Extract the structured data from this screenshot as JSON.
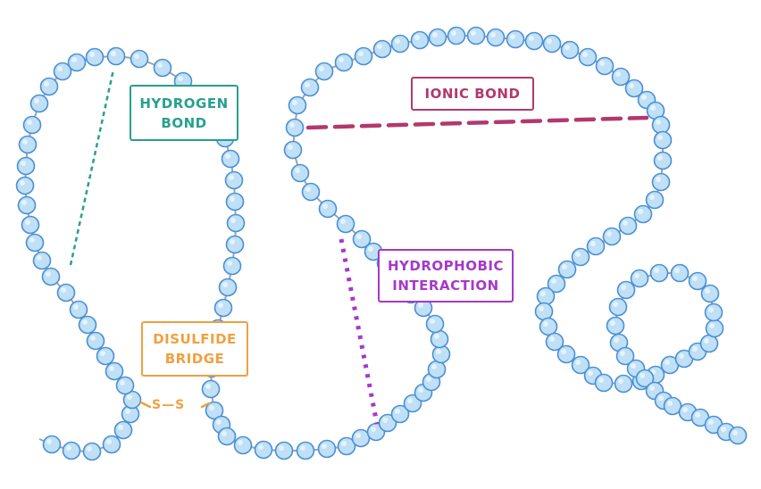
{
  "labels": {
    "hydrogen_bond": [
      "HYDROGEN",
      "BOND"
    ],
    "ionic_bond": [
      "IONIC BOND"
    ],
    "hydrophobic": [
      "HYDROPHOBIC",
      "INTERACTION"
    ],
    "disulfide": [
      "DISULFIDE",
      "BRIDGE"
    ],
    "ss": "S—S"
  },
  "colors": {
    "bead_fill": "#bfe0f7",
    "bead_stroke": "#4a8fd4",
    "chain": "#9aa3ad",
    "hydrogen": "#26a08f",
    "ionic": "#b3386e",
    "hydrophobic": "#a638c9",
    "disulfide": "#f0a040"
  }
}
